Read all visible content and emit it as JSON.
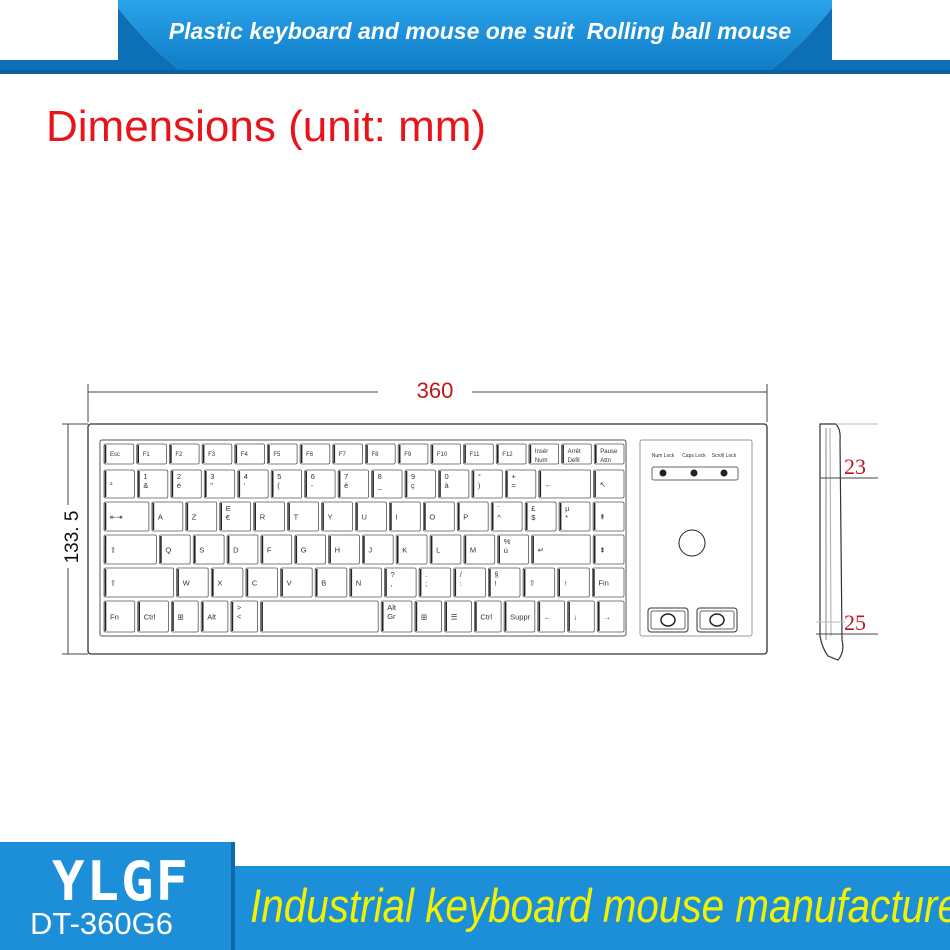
{
  "banner": {
    "title": "Plastic keyboard and mouse one suit  Rolling ball mouse"
  },
  "heading": "Dimensions (unit: mm)",
  "dimensions": {
    "width": "360",
    "height": "133. 5",
    "side_top": "23",
    "side_bottom": "25"
  },
  "lock_indicators": [
    "Num Lock",
    "Caps Lock",
    "Scroll Lock"
  ],
  "keyboard_rows": [
    [
      "Esc",
      "F1",
      "F2",
      "F3",
      "F4",
      "F5",
      "F6",
      "F7",
      "F8",
      "F9",
      "F10",
      "F11",
      "F12",
      "Insér Num",
      "Arrêt Défil",
      "Pause Attn"
    ],
    [
      "²",
      "1 &",
      "2 é",
      "3 \"",
      "4 '",
      "5 (",
      "6 -",
      "7 è",
      "8 _",
      "9 ç",
      "0 à",
      "° )",
      "+ =",
      "←",
      "↖"
    ],
    [
      "⇤⇥",
      "A",
      "Z",
      "E €",
      "R",
      "T",
      "Y",
      "U",
      "I",
      "O",
      "P",
      "¨ ^",
      "£ $",
      "µ *",
      "⇞"
    ],
    [
      "⇪",
      "Q",
      "S",
      "D",
      "F",
      "G",
      "H",
      "J",
      "K",
      "L",
      "M",
      "% ù",
      "↵",
      "⇟"
    ],
    [
      "⇧",
      "W",
      "X",
      "C",
      "V",
      "B",
      "N",
      "? ,",
      ". ;",
      "/ :",
      "§ !",
      "⇧",
      "↑",
      "Fin"
    ],
    [
      "Fn",
      "Ctrl",
      "⊞",
      "Alt",
      "> <",
      "",
      "Alt Gr",
      "⊞",
      "☰",
      "Ctrl",
      "Suppr",
      "←",
      "↓",
      "→"
    ]
  ],
  "brand": {
    "logo": "YLGF",
    "model": "DT-360G6"
  },
  "slogan": "Industrial keyboard mouse manufacturer",
  "colors": {
    "banner": "#1c8fd8",
    "heading": "#e8141b",
    "dimension": "#c0161b",
    "slogan": "#f2f200",
    "footer": "#1c8fd8"
  }
}
